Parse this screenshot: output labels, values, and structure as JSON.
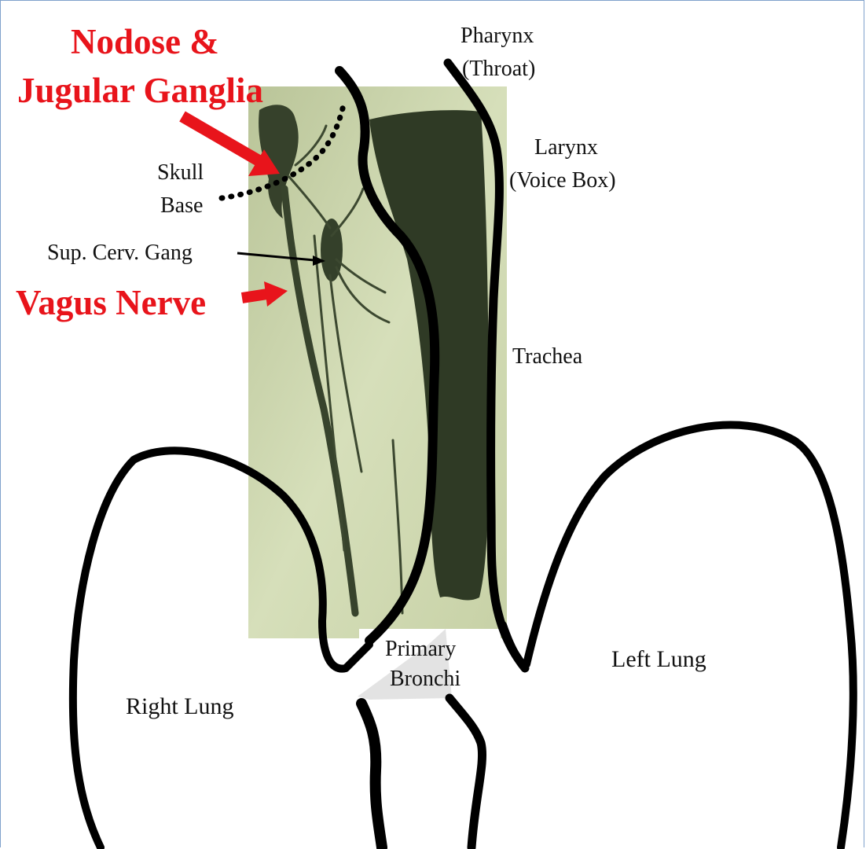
{
  "labels": {
    "ganglia_line1": "Nodose &",
    "ganglia_line2": "Jugular Ganglia",
    "skull_line1": "Skull",
    "skull_line2": "Base",
    "sup_cerv": "Sup. Cerv. Gang",
    "vagus": "Vagus Nerve",
    "pharynx_line1": "Pharynx",
    "pharynx_line2": "(Throat)",
    "larynx_line1": "Larynx",
    "larynx_line2": "(Voice Box)",
    "trachea": "Trachea",
    "bronchi_line1": "Primary",
    "bronchi_line2": "Bronchi",
    "left_lung": "Left Lung",
    "right_lung": "Right Lung"
  },
  "colors": {
    "highlight": "#e8141b",
    "tissue_bg": "#c9d3a9",
    "tissue_dark": "#34402a",
    "outline": "#000000",
    "frame": "#7fa1cc"
  }
}
